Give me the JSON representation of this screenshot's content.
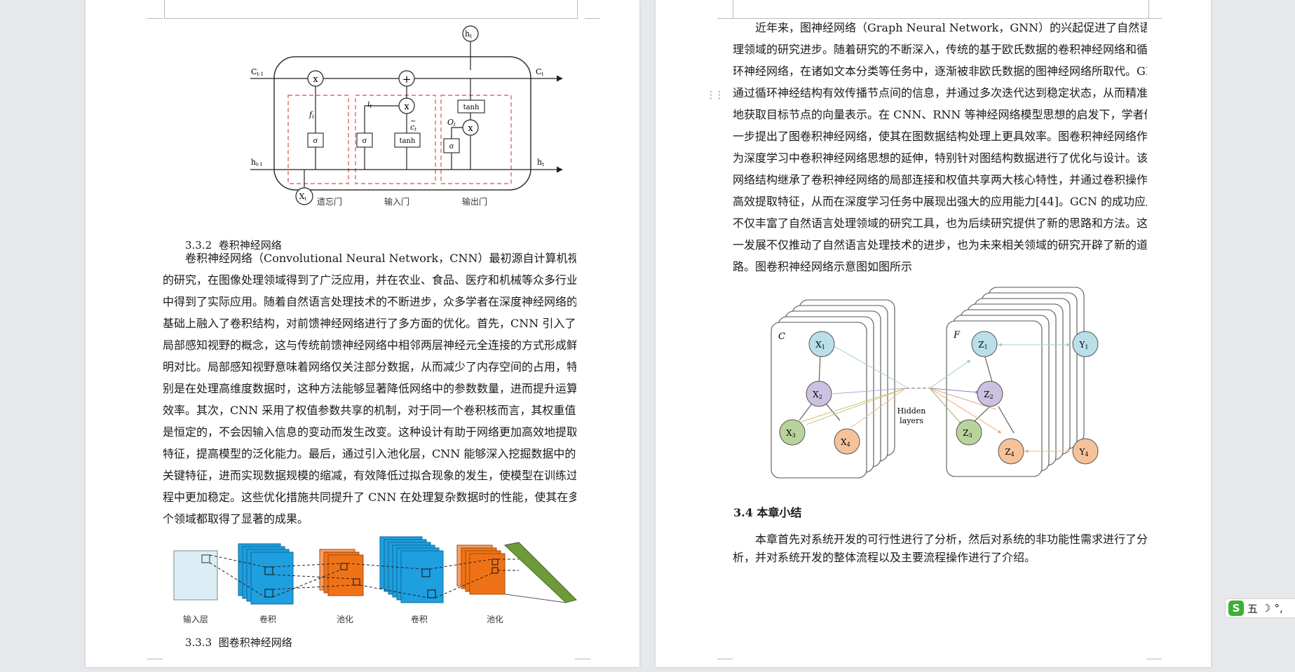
{
  "left_page": {
    "lstm": {
      "c_prev": "C",
      "c_prev_sub": "t-1",
      "c_next": "C",
      "c_next_sub": "t",
      "h_prev": "h",
      "h_prev_sub": "t-1",
      "h_out": "h",
      "h_out_sub": "t",
      "h_top": "h",
      "h_top_sub": "t",
      "x_in": "X",
      "x_in_sub": "t",
      "times": "x",
      "plus": "+",
      "sigma": "σ",
      "tanh": "tanh",
      "f_label": "f",
      "f_sub": "t",
      "i_label": "i",
      "i_sub": "t",
      "c_tilde": "c",
      "c_tilde_sub": "t",
      "o_label": "O",
      "o_sub": "t",
      "gate_forget": "遗忘门",
      "gate_input": "输入门",
      "gate_output": "输出门"
    },
    "section_332": {
      "number": "3.3.2",
      "title": "卷积神经网络"
    },
    "cnn_paragraph_lines": [
      "卷积神经网络（Convolutional Neural Network，CNN）最初源自计算机视觉领域",
      "的研究，在图像处理领域得到了广泛应用，并在农业、食品、医疗和机械等众多行业",
      "中得到了实际应用。随着自然语言处理技术的不断进步，众多学者在深度神经网络的",
      "基础上融入了卷积结构，对前馈神经网络进行了多方面的优化。首先，CNN 引入了",
      "局部感知视野的概念，这与传统前馈神经网络中相邻两层神经元全连接的方式形成鲜",
      "明对比。局部感知视野意味着网络仅关注部分数据，从而减少了内存空间的占用，特",
      "别是在处理高维度数据时，这种方法能够显著降低网络中的参数数量，进而提升运算",
      "效率。其次，CNN 采用了权值参数共享的机制，对于同一个卷积核而言，其权重值",
      "是恒定的，不会因输入信息的变动而发生改变。这种设计有助于网络更加高效地提取",
      "特征，提高模型的泛化能力。最后，通过引入池化层，CNN 能够深入挖掘数据中的",
      "关键特征，进而实现数据规模的缩减，有效降低过拟合现象的发生，使模型在训练过",
      "程中更加稳定。这些优化措施共同提升了 CNN 在处理复杂数据时的性能，使其在多",
      "个领域都取得了显著的成果。"
    ],
    "cnn_labels": [
      "输入层",
      "卷积",
      "池化",
      "卷积",
      "池化"
    ],
    "section_333": {
      "number": "3.3.3",
      "title": "图卷积神经网络"
    }
  },
  "right_page": {
    "gnn_paragraph_lines": [
      "近年来，图神经网络（Graph Neural Network，GNN）的兴起促进了自然语言处",
      "理领域的研究进步。随着研究的不断深入，传统的基于欧氏数据的卷积神经网络和循",
      "环神经网络，在诸如文本分类等任务中，逐渐被非欧氏数据的图神经网络所取代。GNN",
      "通过循环神经结构有效传播节点间的信息，并通过多次迭代达到稳定状态，从而精准",
      "地获取目标节点的向量表示。在 CNN、RNN 等神经网络模型思想的启发下，学者们进",
      "一步提出了图卷积神经网络，使其在图数据结构处理上更具效率。图卷积神经网络作",
      "为深度学习中卷积神经网络思想的延伸，特别针对图结构数据进行了优化与设计。该",
      "网络结构继承了卷积神经网络的局部连接和权值共享两大核心特性，并通过卷积操作",
      "高效提取特征，从而在深度学习任务中展现出强大的应用能力[44]。GCN 的成功应用",
      "不仅丰富了自然语言处理领域的研究工具，也为后续研究提供了新的思路和方法。这",
      "一发展不仅推动了自然语言处理技术的进步，也为未来相关领域的研究开辟了新的道",
      "路。图卷积神经网络示意图如图所示"
    ],
    "gcn": {
      "left_label": "C",
      "right_label": "F",
      "hidden": [
        "Hidden",
        "layers"
      ],
      "x_nodes": [
        "X",
        "X",
        "X",
        "X"
      ],
      "z_nodes": [
        "Z",
        "Z",
        "Z",
        "Z"
      ],
      "y_nodes": [
        "Y",
        "Y"
      ],
      "x_subs": [
        "1",
        "2",
        "3",
        "4"
      ],
      "z_subs": [
        "1",
        "2",
        "3",
        "4"
      ],
      "y_subs": [
        "1",
        "4"
      ]
    },
    "section_34": {
      "title": "3.4 本章小结"
    },
    "summary_lines": [
      "本章首先对系统开发的可行性进行了分析，然后对系统的非功能性需求进行了分",
      "析，并对系统开发的整体流程以及主要流程操作进行了介绍。"
    ]
  },
  "ime": {
    "mode": "五"
  },
  "colors": {
    "node_blue": "#b9dfe9",
    "node_purple": "#cbc1e1",
    "node_green": "#b8d39b",
    "node_orange": "#f6c29a",
    "cnn_blue": "#1e9fe0",
    "cnn_orange": "#ef7316",
    "cnn_green": "#6e9a3a",
    "gate_dash": "#e06a6a"
  }
}
